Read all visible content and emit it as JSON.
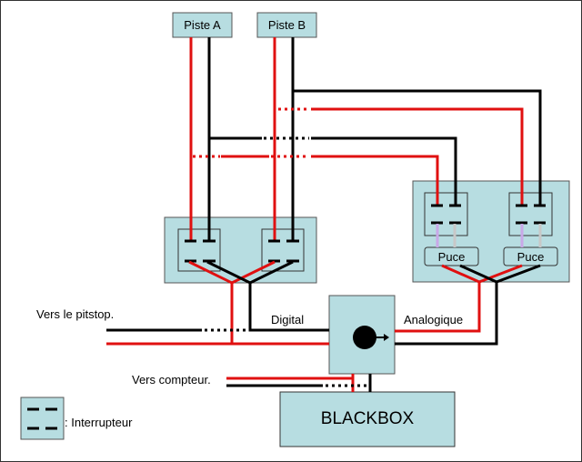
{
  "diagram": {
    "tracks": [
      {
        "id": "piste-a",
        "label": "Piste A"
      },
      {
        "id": "piste-b",
        "label": "Piste B"
      }
    ],
    "chips": [
      {
        "label": "Puce"
      },
      {
        "label": "Puce"
      }
    ],
    "labels": {
      "pitstop": "Vers le pitstop.",
      "digital": "Digital",
      "analog": "Analogique",
      "counter": "Vers compteur.",
      "blackbox": "BLACKBOX"
    },
    "legend": {
      "symbol": "interrupteur",
      "text": ": Interrupteur"
    },
    "colors": {
      "wire_red": "#e01010",
      "wire_black": "#000000",
      "box_fill": "#b7dde1",
      "wire_purple": "#c9a8e8",
      "wire_grey": "#c8c8c8"
    }
  }
}
